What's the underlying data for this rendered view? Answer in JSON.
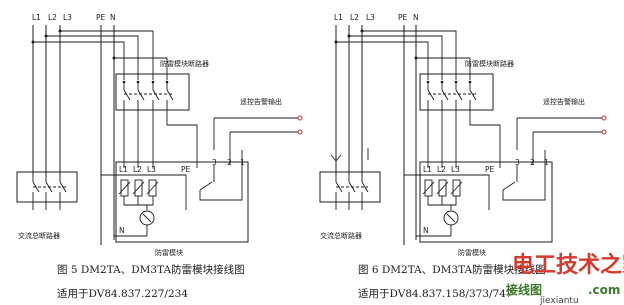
{
  "labels": {
    "terminal_L1": "L1",
    "terminal_L2": "L2",
    "terminal_L3": "L3",
    "terminal_PE": "PE",
    "terminal_N": "N",
    "surge_breaker": "防雷模块断路器",
    "alarm_output": "遥控告警输出",
    "ac_breaker": "交流总断路器",
    "surge_module": "防雷模块",
    "num_3": "3",
    "num_2": "2",
    "num_1": "1"
  },
  "diagram_left": {
    "caption": "图 5  DM2TA、DM3TA防雷模块接线图",
    "applies_to": "适用于DV84.837.227/234"
  },
  "diagram_right": {
    "caption": "图 6  DM2TA、DM3TA防雷模块接线图",
    "applies_to": "适用于DV84.837.158/373/747"
  },
  "watermark": {
    "title": "电工技术之家",
    "domain_cn": "接线图",
    "domain_en": ".com",
    "domain_url": "jiexiantu"
  }
}
